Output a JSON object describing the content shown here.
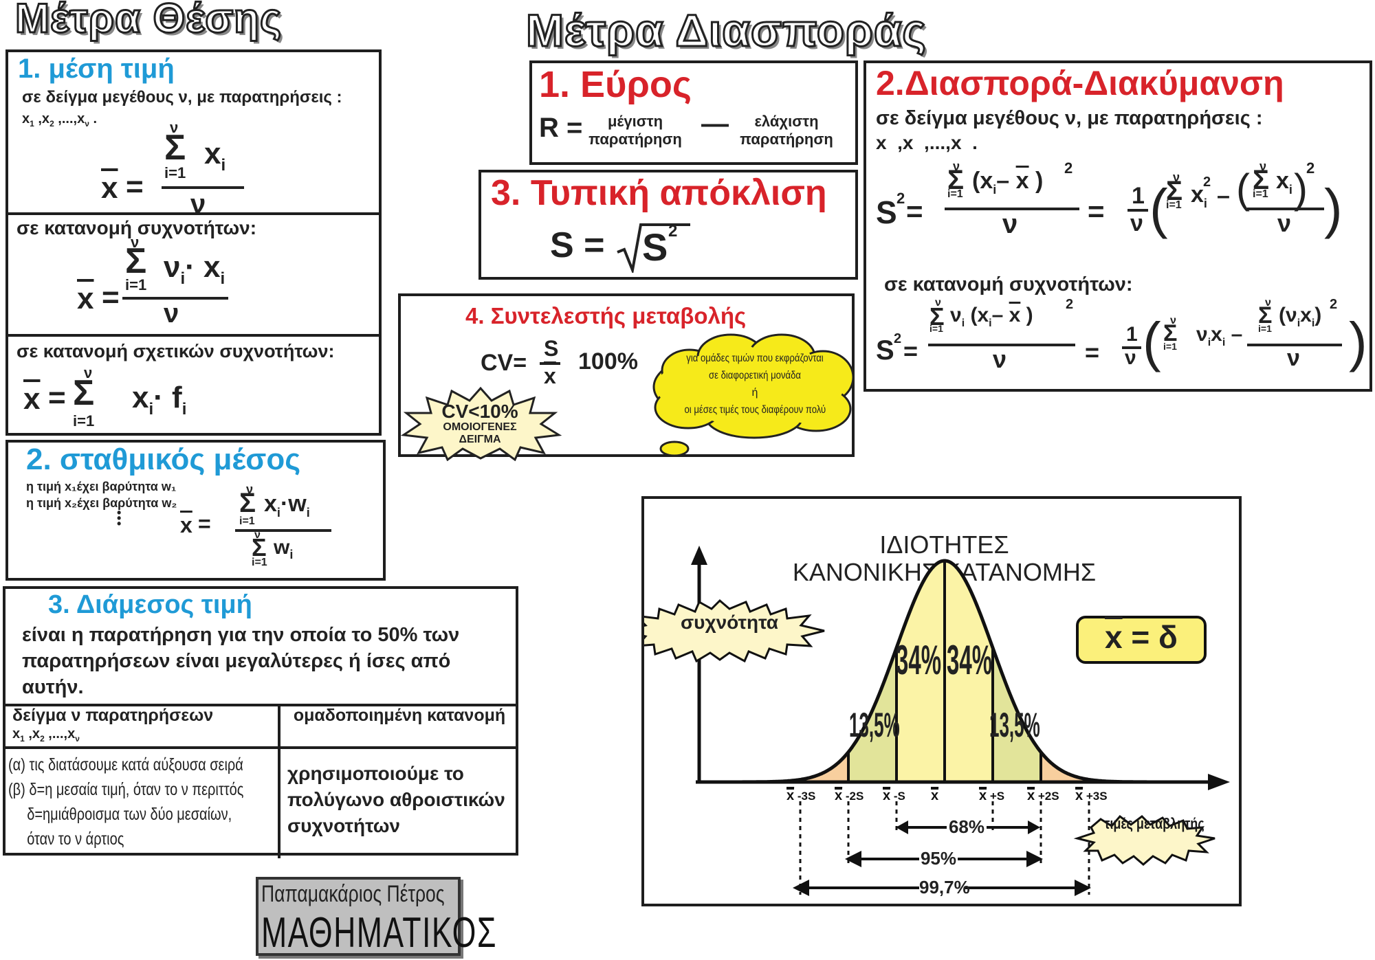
{
  "titles": {
    "position": "Μέτρα Θέσης",
    "dispersion": "Μέτρα Διασποράς"
  },
  "mean": {
    "heading": "1. μέση τιμή",
    "sample_text": "σε δείγμα μεγέθους ν, με παρατηρήσεις :",
    "freq_text": "σε κατανομή συχνοτήτων:",
    "relfreq_text": "σε κατανομή σχετικών συχνοτήτων:"
  },
  "weighted": {
    "heading": "2. σταθμικός μέσος",
    "line1": "η τιμή x₁έχει βαρύτητα w₁",
    "line2": "η τιμή x₂έχει βαρύτητα w₂"
  },
  "median": {
    "heading": "3. Διάμεσος τιμή",
    "description": "είναι η παρατήρηση για την οποία το 50% των παρατηρήσεων είναι μεγαλύτερες ή ίσες από αυτήν.",
    "col1_header": "δείγμα ν παρατηρήσεων",
    "col2_header": "ομαδοποιημένη κατανομή",
    "col1_a": "(α) τις διατάσουμε κατά αύξουσα σειρά",
    "col1_b": "(β) δ=η μεσαία τιμή, όταν το ν περιττός",
    "col1_c": "δ=ημιάθροισμα των δύο μεσαίων,",
    "col1_d": "όταν το ν άρτιος",
    "col2_text": "χρησιμοποιούμε το πολύγωνο αθροιστικών συχνοτήτων"
  },
  "range": {
    "heading": "1. Εύρος",
    "max_label": "μέγιστη παρατήρηση",
    "min_label": "ελάχιστη παρατήρηση"
  },
  "stdev": {
    "heading": "3. Τυπική απόκλιση"
  },
  "variance": {
    "heading": "2.Διασπορά-Διακύμανση",
    "sample_text": "σε δείγμα μεγέθους ν, με παρατηρήσεις :",
    "freq_text": "σε κατανομή συχνοτήτων:"
  },
  "cv": {
    "heading": "4. Συντελεστής μεταβολής",
    "percent": "100%",
    "badge_line1": "CV<10%",
    "badge_line2": "ΟΜΟΙΟΓΕΝΕΣ",
    "badge_line3": "ΔΕΙΓΜΑ",
    "cloud_line1": "για ομάδες τιμών που εκφράζονται",
    "cloud_line2": "σε διαφορετική μονάδα",
    "cloud_line3": "ή",
    "cloud_line4": "οι μέσες τιμές τους διαφέρουν πολύ"
  },
  "normal": {
    "title_line1": "ΙΔΙΟΤΗΤΕΣ",
    "title_line2": "ΚΑΝΟΝΙΚΗΣ ΚΑΤΑΝΟΜΗΣ",
    "freq_label": "συχνότητα",
    "values_label": "τιμές μεταβλητής",
    "mean_eq": "= δ",
    "pct_inner": "34%",
    "pct_mid": "13,5%",
    "range1": "68%",
    "range2": "95%",
    "range3": "99,7%",
    "ticks": [
      "-3S",
      "-2S",
      "-S",
      "",
      "+S",
      "+2S",
      "+3S"
    ],
    "colors": {
      "inner": "#fbf3a6",
      "mid": "#e2e49a",
      "outer": "#f8cf9e"
    }
  },
  "signature": {
    "name": "Παπαμακάριος Πέτρος",
    "title": "ΜΑΘΗΜΑΤΙΚΟΣ"
  }
}
